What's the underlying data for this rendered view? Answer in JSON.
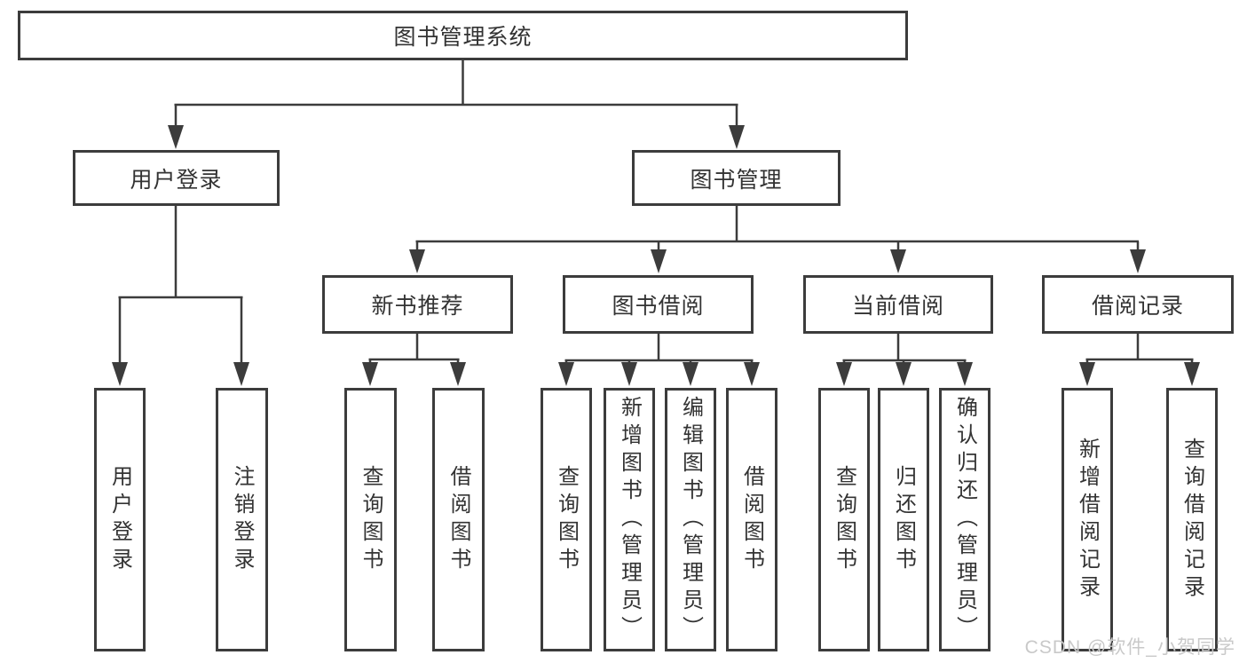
{
  "diagram": {
    "type": "hierarchy-flowchart",
    "tree": {
      "label": "图书管理系统",
      "children": [
        {
          "label": "用户登录",
          "children": [
            {
              "label": "用户登录"
            },
            {
              "label": "注销登录"
            }
          ]
        },
        {
          "label": "图书管理",
          "children": [
            {
              "label": "新书推荐",
              "children": [
                {
                  "label": "查询图书"
                },
                {
                  "label": "借阅图书"
                }
              ]
            },
            {
              "label": "图书借阅",
              "children": [
                {
                  "label": "查询图书"
                },
                {
                  "label": "新增图书（管理员）"
                },
                {
                  "label": "编辑图书（管理员）"
                },
                {
                  "label": "借阅图书"
                }
              ]
            },
            {
              "label": "当前借阅",
              "children": [
                {
                  "label": "查询图书"
                },
                {
                  "label": "归还图书"
                },
                {
                  "label": "确认归还（管理员）"
                }
              ]
            },
            {
              "label": "借阅记录",
              "children": [
                {
                  "label": "新增借阅记录"
                },
                {
                  "label": "查询借阅记录"
                }
              ]
            }
          ]
        }
      ]
    },
    "colors": {
      "line": "#3c3c3c",
      "box_border": "#3c3c3c",
      "box_fill": "#ffffff",
      "text": "#333333",
      "background": "#ffffff",
      "watermark": "#c9c9c9"
    }
  },
  "watermark": {
    "text": "CSDN @软件_小贺同学"
  }
}
